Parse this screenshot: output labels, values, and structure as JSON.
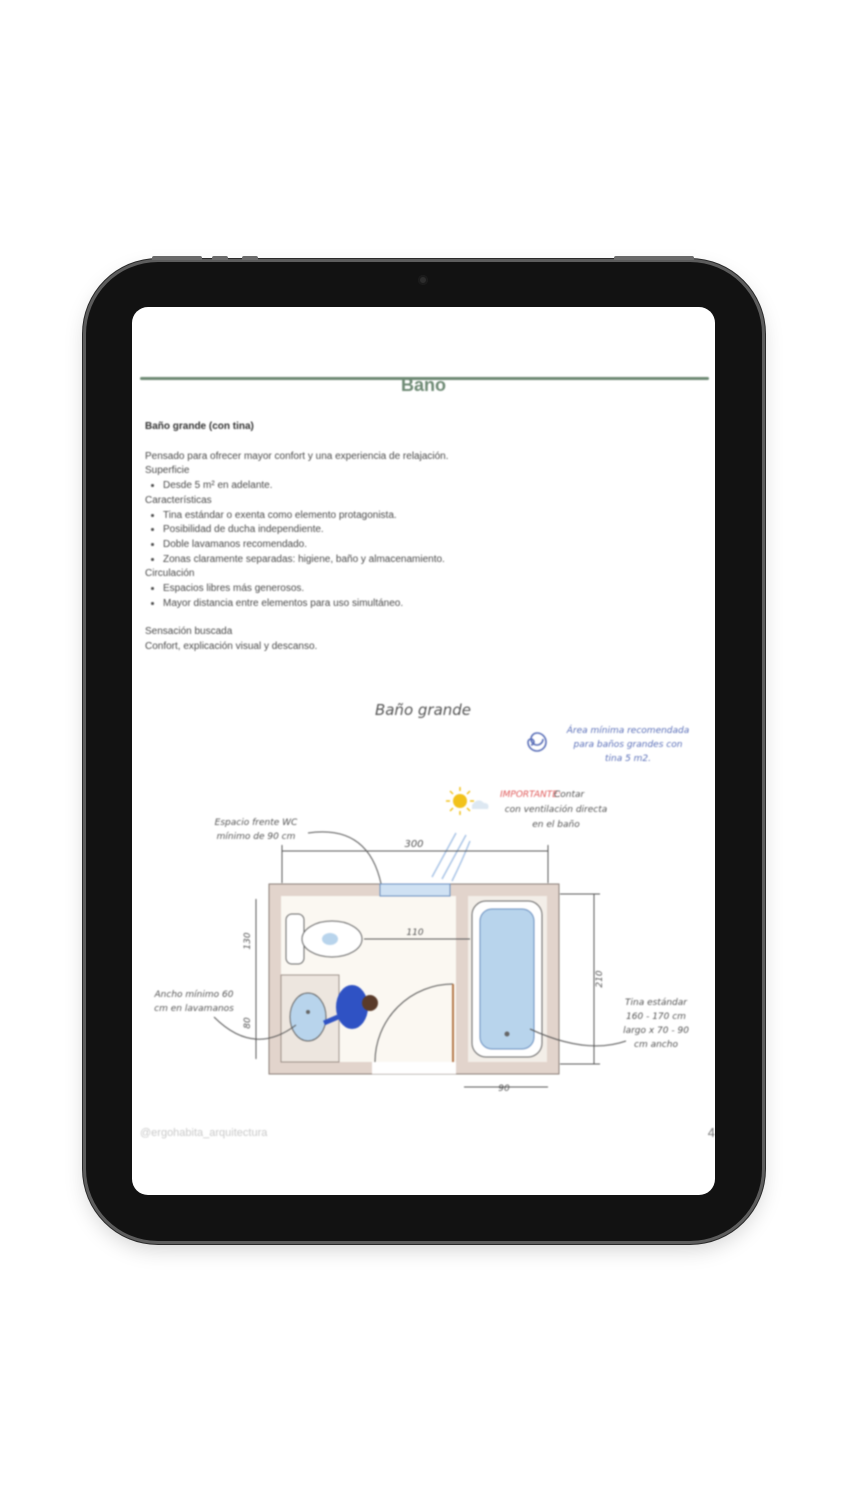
{
  "document": {
    "title": "Baño",
    "heading": "Baño grande (con tina)",
    "intro": "Pensado para ofrecer mayor confort y una experiencia de relajación.",
    "sections": [
      {
        "label": "Superficie",
        "items": [
          "Desde 5 m² en adelante."
        ]
      },
      {
        "label": "Características",
        "items": [
          "Tina estándar o exenta como elemento protagonista.",
          "Posibilidad de ducha independiente.",
          "Doble lavamanos recomendado.",
          "Zonas claramente separadas: higiene, baño y almacenamiento."
        ]
      },
      {
        "label": "Circulación",
        "items": [
          "Espacios libres más generosos.",
          "Mayor distancia entre elementos para uso simultáneo."
        ]
      }
    ],
    "sensation_label": "Sensación buscada",
    "sensation_text": "Confort, explicación visual y descanso."
  },
  "diagram": {
    "title": "Baño grande",
    "note_area": [
      "Área mínima recomendada",
      "para baños grandes con",
      "tina 5 m2."
    ],
    "note_important_label": "IMPORTANTE:",
    "note_important": [
      "Contar",
      "con ventilación directa",
      "en el baño"
    ],
    "note_wc": [
      "Espacio frente WC",
      "mínimo de 90 cm"
    ],
    "note_sink": [
      "Ancho mínimo 60",
      "cm en lavamanos"
    ],
    "note_tub": [
      "Tina estándar",
      "160 - 170 cm",
      "largo x 70 - 90",
      "cm ancho"
    ],
    "dim_top": "300",
    "dim_inner": "110",
    "dim_right": "210",
    "dim_left_top": "130",
    "dim_left_bottom": "80",
    "dim_bottom": "90"
  },
  "footer": {
    "handle": "@ergohabita_arquitectura",
    "page_number": "4"
  },
  "colors": {
    "accent": "#6e8a74",
    "wall": "#e2d4cc",
    "fixture": "#b8d4ec",
    "ink": "#555555",
    "important": "#e05a5a",
    "note_blue": "#5a6fb8"
  }
}
